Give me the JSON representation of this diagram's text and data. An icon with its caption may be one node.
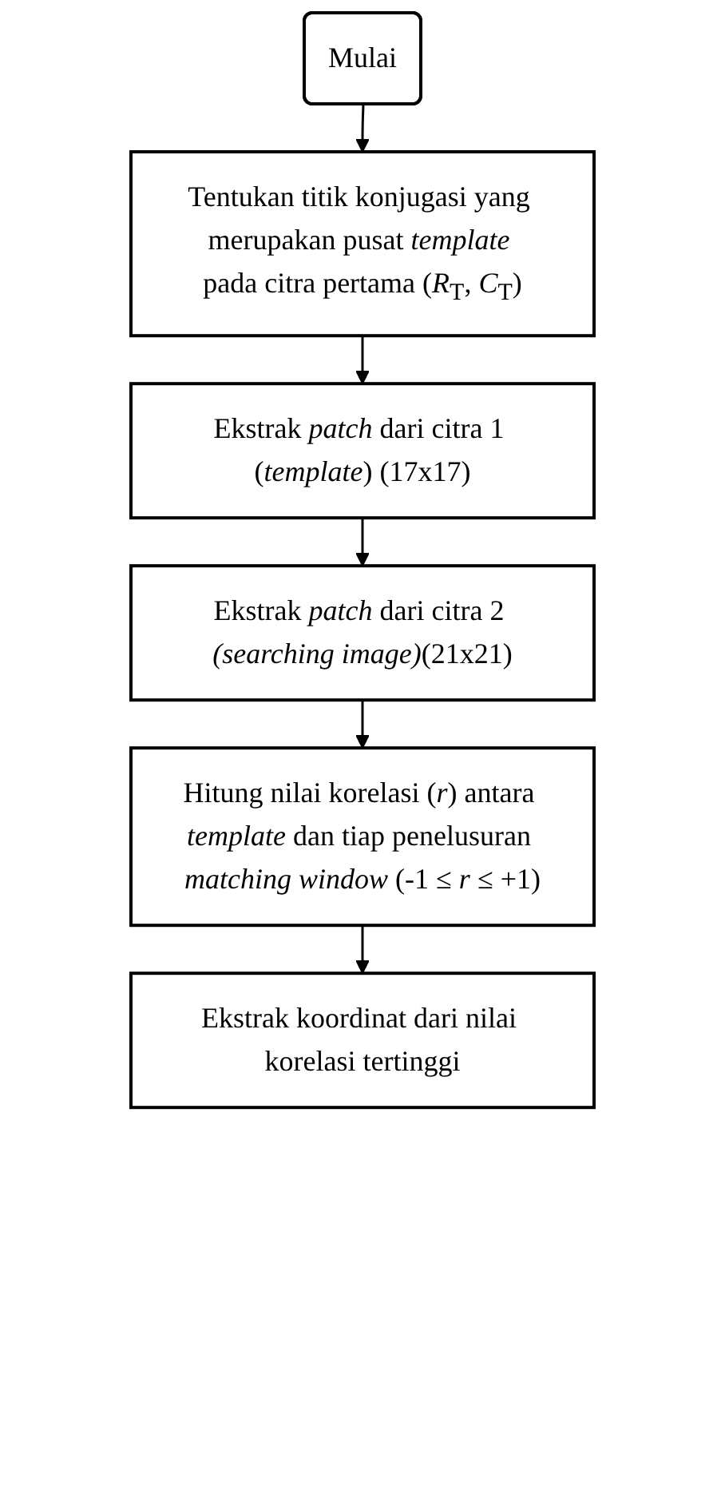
{
  "diagram": {
    "nodes": [
      {
        "text": [
          "Mulai"
        ]
      },
      {
        "text": [
          "Tentukan titik konjugasi yang merupakan pusat *template* pada citra pertama (*R*$_{T}$, *C*$_{T}$)"
        ]
      },
      {
        "text": [
          "Ekstrak *patch* dari citra 1 (*template*) (17x17)"
        ]
      },
      {
        "text": [
          "Ekstrak *patch* dari citra 2 *(searching image)*(21x21)"
        ]
      },
      {
        "text": [
          "Hitung nilai korelasi (*r*) antara *template* dan tiap penelusuran *matching window* (-1 ≤ *r* ≤ +1)"
        ]
      },
      {
        "text": [
          "Ekstrak koordinat dari nilai korelasi tertinggi"
        ]
      }
    ],
    "edges": [
      {
        "from": 0,
        "to": 1,
        "arrow": "to"
      },
      {
        "from": 1,
        "to": 2,
        "arrow": "to"
      },
      {
        "from": 2,
        "to": 3,
        "arrow": "to"
      },
      {
        "from": 3,
        "to": 4,
        "arrow": "to"
      },
      {
        "from": 4,
        "to": 5,
        "arrow": "to"
      }
    ]
  }
}
